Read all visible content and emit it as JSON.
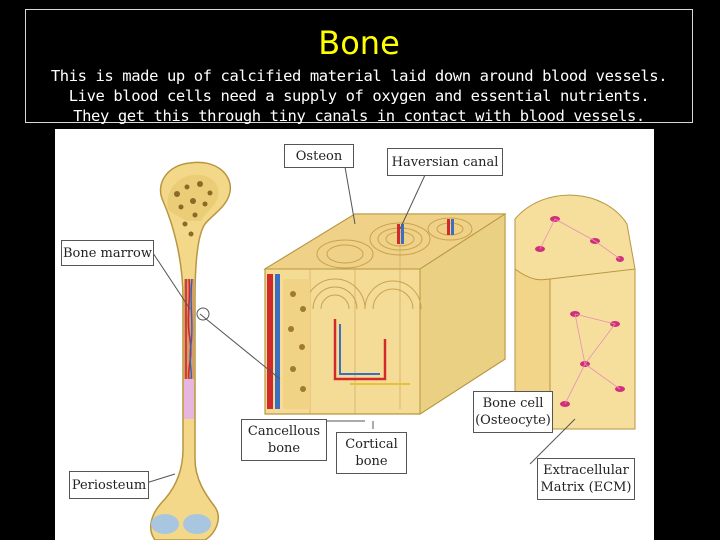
{
  "slide": {
    "title": "Bone",
    "description": "This is made up of calcified material laid down around blood vessels. Live blood cells need a supply of oxygen and essential nutrients. They get this through tiny canals in contact with blood vessels."
  },
  "diagram": {
    "labels": {
      "osteon": "Osteon",
      "haversian_canal": "Haversian canal",
      "bone_marrow": "Bone marrow",
      "cancellous_bone": "Cancellous bone",
      "cortical_bone": "Cortical bone",
      "bone_cell": "Bone cell (Osteocyte)",
      "periosteum": "Periosteum",
      "extracellular_matrix": "Extracellular Matrix (ECM)"
    }
  },
  "colors": {
    "title": "#ffff00",
    "text": "#ffffff",
    "background": "#000000",
    "bone": "#f5dc93",
    "artery": "#d22a2a",
    "vein": "#3a6fc4",
    "osteocyte": "#d0307a"
  }
}
